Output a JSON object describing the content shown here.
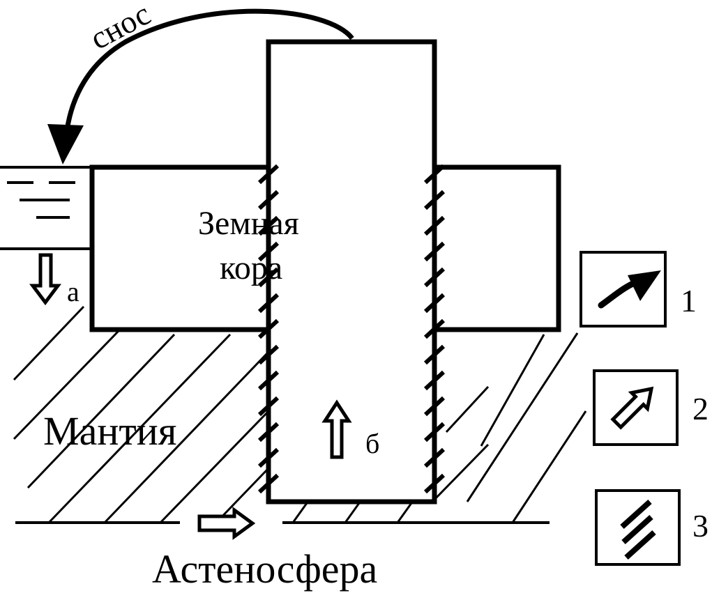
{
  "labels": {
    "snos": "снос",
    "crust_line1": "Земная",
    "crust_line2": "кора",
    "mantle": "Мантия",
    "asthenosphere": "Астеносфера",
    "marker_a": "а",
    "marker_b": "б"
  },
  "legend": {
    "items": [
      {
        "number": "1",
        "icon": "curved-filled-arrow-icon"
      },
      {
        "number": "2",
        "icon": "hollow-arrow-icon"
      },
      {
        "number": "3",
        "icon": "fault-hatch-icon"
      }
    ]
  },
  "colors": {
    "stroke": "#000000",
    "background": "#ffffff"
  }
}
